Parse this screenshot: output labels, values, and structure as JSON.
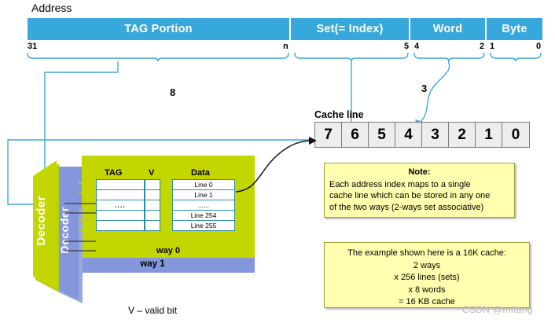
{
  "address": {
    "title": "Address",
    "fields": [
      {
        "label": "TAG Portion",
        "name": "tag-portion"
      },
      {
        "label": "Set(= Index)",
        "name": "set-index"
      },
      {
        "label": "Word",
        "name": "word"
      },
      {
        "label": "Byte",
        "name": "byte"
      }
    ],
    "bit_numbers": [
      "31",
      "n",
      "5",
      "4",
      "2",
      "1",
      "0"
    ],
    "bus_widths": {
      "index_bits": "8",
      "word_bits": "3"
    }
  },
  "cache_line": {
    "label": "Cache line",
    "words": [
      "7",
      "6",
      "5",
      "4",
      "3",
      "2",
      "1",
      "0"
    ]
  },
  "cache_array": {
    "columns": {
      "tag": "TAG",
      "valid": "V",
      "data": "Data"
    },
    "tag_cells": [
      "",
      "",
      "....",
      "",
      ""
    ],
    "valid_cells": [
      "",
      "",
      "",
      "",
      ""
    ],
    "data_cells": [
      "Line 0",
      "Line 1",
      "......",
      "Line 254",
      "Line 255"
    ],
    "way0_label": "way 0",
    "way1_label": "way 1",
    "decoder0_label": "Decoder",
    "decoder1_label": "Decoder",
    "valid_caption": "V – valid bit"
  },
  "notes": {
    "note1": {
      "title": "Note:",
      "line1": "Each address index maps to a single",
      "line2": "cache line which can be stored in any one",
      "line3": "of the two  ways (2-ways set associative)"
    },
    "note2": {
      "line1": "The example shown here is a 16K cache:",
      "line2": "2 ways",
      "line3": "x 256 lines (sets)",
      "line4": "x 8 words",
      "line5": "= 16 KB cache"
    }
  },
  "watermark": "CSDN @mftang",
  "colors": {
    "address_bar": "#37A8DC",
    "wire": "#3FA9DC",
    "way0_green": "#C4D600",
    "way1_blue": "#8496DC",
    "note_yellow": "#FFFFAF",
    "cell_border": "#2E8BAE",
    "cacheline_cell": "#EDEDED"
  }
}
